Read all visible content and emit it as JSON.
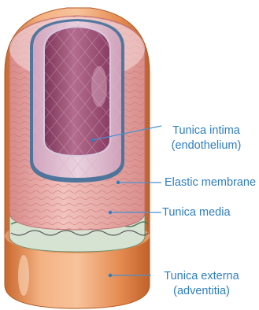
{
  "labels": {
    "tunica_intima": {
      "line1": "Tunica intima",
      "line2": "(endothelium)"
    },
    "elastic_membrane": {
      "text": "Elastic membrane"
    },
    "tunica_media": {
      "text": "Tunica media"
    },
    "tunica_externa": {
      "line1": "Tunica externa",
      "line2": "(adventitia)"
    }
  },
  "colors": {
    "label_text": "#2d7ec1",
    "leader_line": "#4a90d0",
    "externa": "#e9955e",
    "media": "#e5a3a3",
    "intima_lumen": "#9c4f73",
    "endothelium": "#c9c6df",
    "elastic_membrane": "#3f6f9a"
  }
}
